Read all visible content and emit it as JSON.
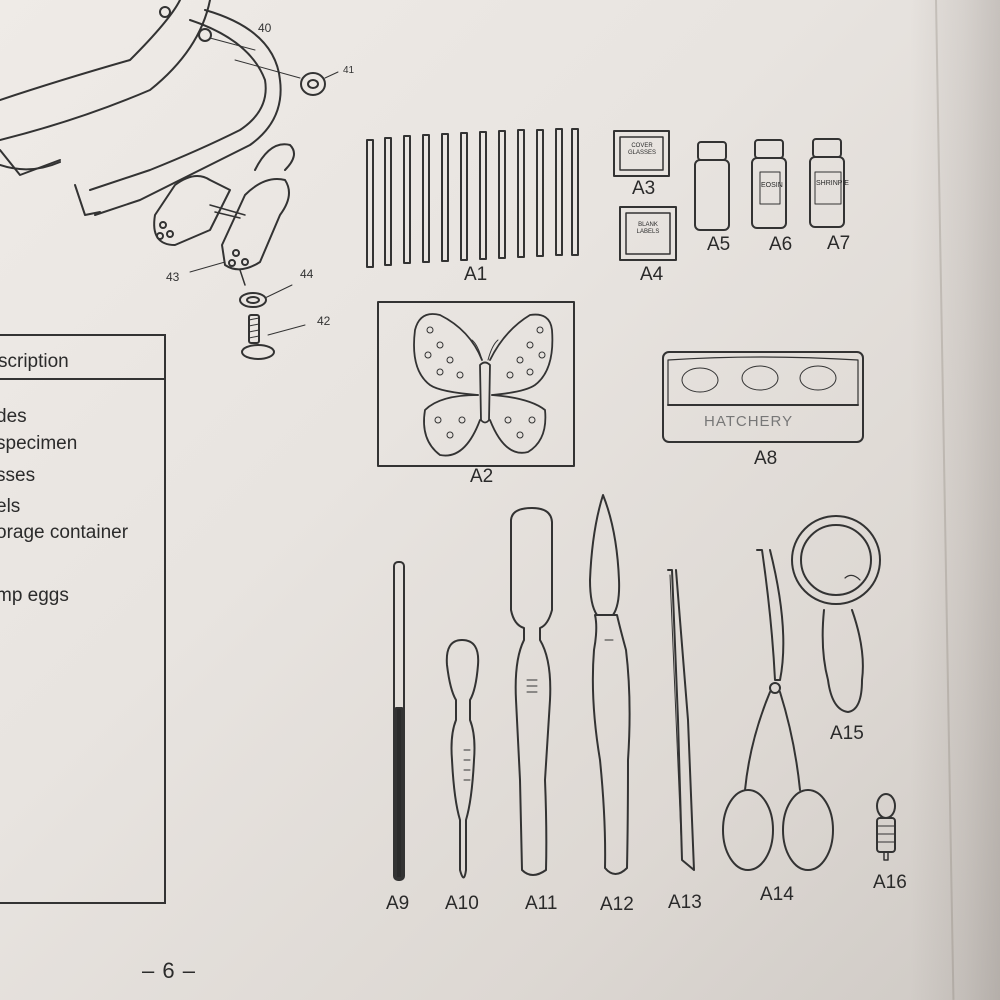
{
  "assembly_callouts": {
    "c40": "40",
    "c41": "41",
    "c42": "42",
    "c43": "43",
    "c44": "44"
  },
  "table": {
    "header": "scription",
    "rows": [
      "des",
      "specimen",
      "sses",
      "els",
      "orage container",
      "",
      "mp eggs"
    ]
  },
  "part_labels": {
    "A1": "A1",
    "A2": "A2",
    "A3": "A3",
    "A4": "A4",
    "A5": "A5",
    "A6": "A6",
    "A7": "A7",
    "A8": "A8",
    "A9": "A9",
    "A10": "A10",
    "A11": "A11",
    "A12": "A12",
    "A13": "A13",
    "A14": "A14",
    "A15": "A15",
    "A16": "A16"
  },
  "item_text": {
    "cover_glasses": "COVER GLASSES",
    "blank_labels": "BLANK LABELS",
    "eosin": "EOSIN",
    "shrimp": "SHRINP E",
    "hatchery": "HATCHERY"
  },
  "page_number": "– 6 –"
}
